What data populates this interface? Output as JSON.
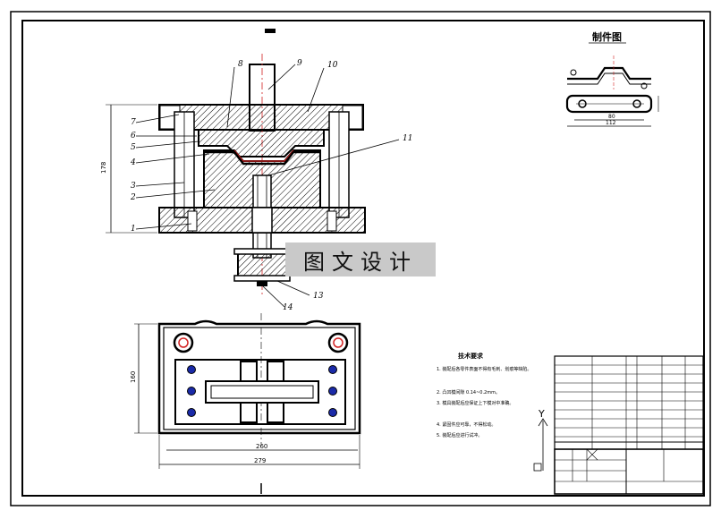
{
  "drawing": {
    "part_view_title": "制件图",
    "watermark": "图文设计",
    "tech_requirements_title": "技术要求",
    "tech_requirements": [
      "1. 装配后各零件表面不得有毛刺、划痕等缺陷。",
      "2. 凸凹模间隙 0.14~0.2mm。",
      "3. 模具装配后应保证上下模对中准确。",
      "4. 紧固件应可靠，不得松动。",
      "5. 装配后应进行试冲。"
    ],
    "callouts": [
      "1",
      "2",
      "3",
      "4",
      "5",
      "6",
      "7",
      "8",
      "9",
      "10",
      "11",
      "13",
      "14"
    ],
    "dimensions": {
      "overall_height": "178",
      "plan_width_inner": "260",
      "plan_width_outer": "279",
      "plan_height": "160",
      "part_length_inner": "80",
      "part_length_outer": "112"
    },
    "axis_label": "Y"
  },
  "colors": {
    "line": "#000000",
    "hatch": "#000000",
    "red": "#d22222",
    "blue": "#1a2aa8"
  }
}
